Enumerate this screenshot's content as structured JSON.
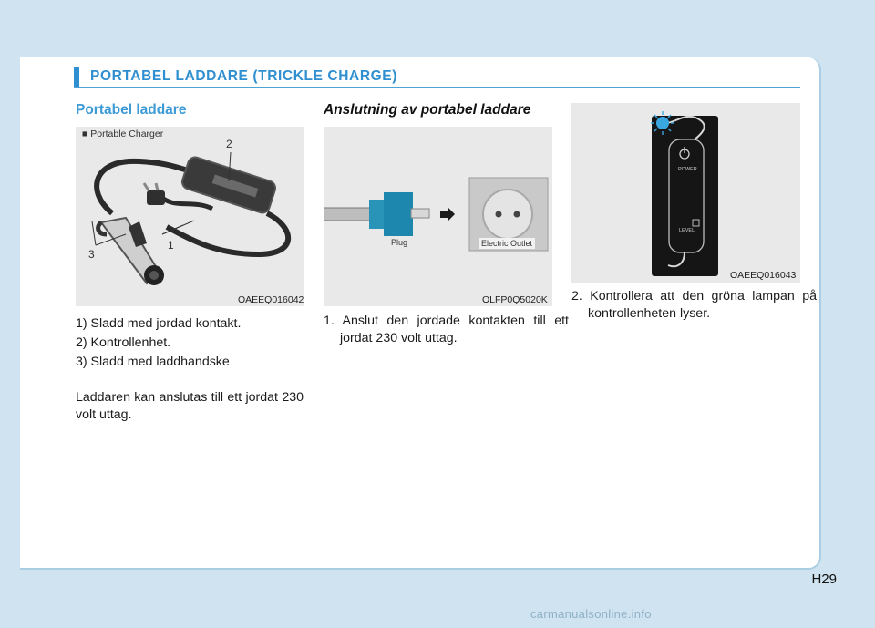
{
  "section": {
    "title": "PORTABEL LADDARE (TRICKLE CHARGE)"
  },
  "columns": {
    "left": {
      "heading": "Portabel laddare",
      "figure": {
        "label": "■ Portable Charger",
        "callouts": [
          "1",
          "2",
          "3"
        ],
        "code": "OAEEQ016042"
      },
      "list": [
        "1) Sladd med jordad kontakt.",
        "2) Kontrollenhet.",
        "3) Sladd med laddhandske"
      ],
      "paragraph": "Laddaren kan anslutas till ett jordat 230 volt uttag."
    },
    "middle": {
      "heading": "Anslutning av portabel laddare",
      "figure": {
        "plug_label": "Plug",
        "outlet_label": "Electric Outlet",
        "code": "OLFP0Q5020K"
      },
      "step": "1. Anslut den jordade kontakten till ett jordat 230 volt uttag."
    },
    "right": {
      "figure": {
        "power_label": "POWER",
        "level_label": "LEVEL",
        "code": "OAEEQ016043"
      },
      "step": "2. Kontrollera att den gröna lampan på kontrollenheten lyser."
    }
  },
  "page_number": "H29",
  "watermark": "carmanualsonline.info",
  "colors": {
    "accent": "#2f8fd0",
    "background": "#cfe3f0",
    "figure_bg": "#e9e9e9"
  }
}
